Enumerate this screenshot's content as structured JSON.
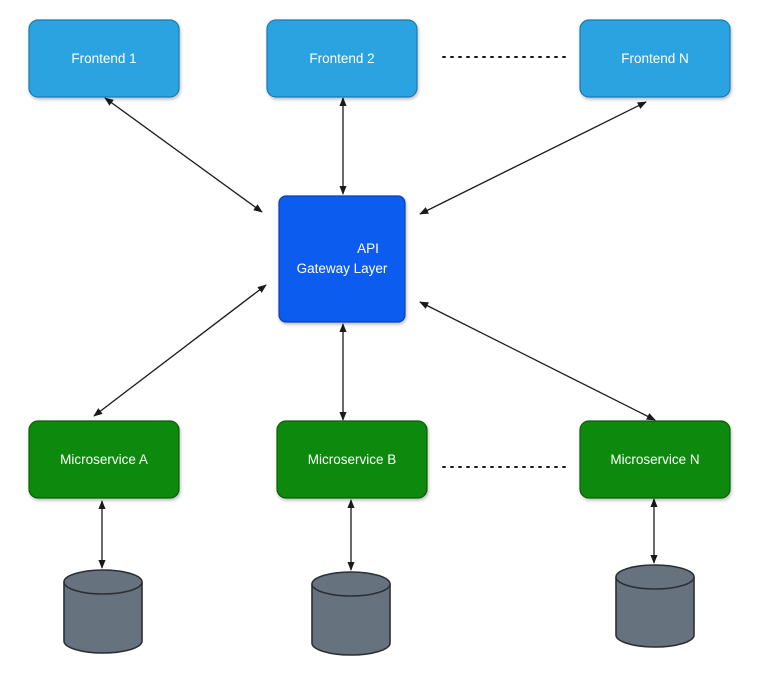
{
  "frontends": [
    {
      "label": "Frontend 1"
    },
    {
      "label": "Frontend 2"
    },
    {
      "label": "Frontend N"
    }
  ],
  "gateway": {
    "line1": "API",
    "line2": "Gateway Layer"
  },
  "services": [
    {
      "label": "Microservice A"
    },
    {
      "label": "Microservice B"
    },
    {
      "label": "Microservice N"
    }
  ],
  "colors": {
    "frontend_fill": "#29a3e0",
    "frontend_stroke": "#1a78b8",
    "gateway_fill": "#0a5cf0",
    "gateway_stroke": "#0a3fb0",
    "service_fill": "#0a8a0a",
    "service_stroke": "#0a5c0a",
    "database_fill": "#66737f",
    "database_stroke": "#2b2f33",
    "connector": "#1a1a1a"
  }
}
